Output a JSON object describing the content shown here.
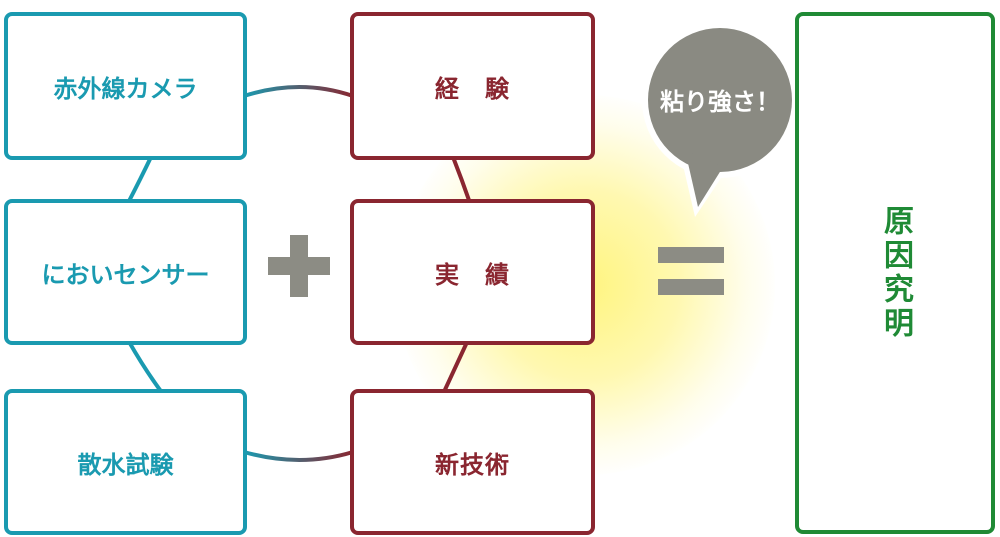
{
  "diagram": {
    "left_items": [
      {
        "label": "赤外線カメラ"
      },
      {
        "label": "においセンサー"
      },
      {
        "label": "散水試験"
      }
    ],
    "middle_items": [
      {
        "label": "経　験"
      },
      {
        "label": "実　績"
      },
      {
        "label": "新技術"
      }
    ],
    "callout": {
      "label": "粘り強さ！"
    },
    "result": {
      "label": "原因究明"
    },
    "operators": {
      "plus": "plus",
      "equals": "equals"
    },
    "colors": {
      "teal": "#1a9ab0",
      "maroon": "#8a2630",
      "green": "#1f8a35",
      "gray": "#8c8c84",
      "bubble": "#8a8a82",
      "glow": "#fff378"
    }
  }
}
